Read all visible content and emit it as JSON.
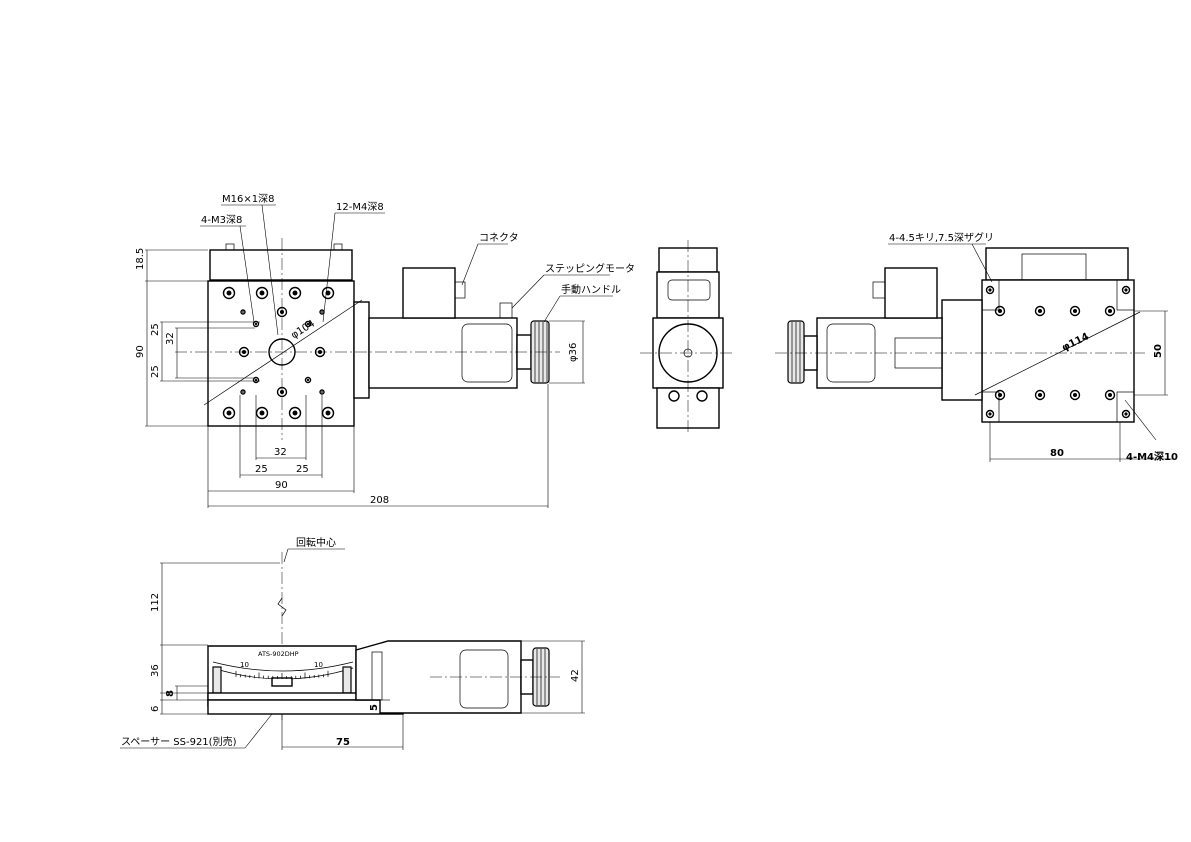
{
  "top_view": {
    "labels": {
      "m16": "M16×1深8",
      "m3": "4-M3深8",
      "m4": "12-M4深8",
      "connector": "コネクタ",
      "motor": "ステッピングモータ",
      "handle": "手動ハンドル",
      "phi104": "φ104"
    },
    "dims": {
      "d18_5": "18.5",
      "d90v": "90",
      "d25a": "25",
      "d32v": "32",
      "d25b": "25",
      "d32h": "32",
      "d25h1": "25",
      "d25h2": "25",
      "d90h": "90",
      "d208": "208",
      "dphi36": "φ36"
    }
  },
  "right_view": {
    "labels": {
      "counterbore": "4-4.5キリ,7.5深ザグリ",
      "phi114": "φ114",
      "m4d10": "4-M4深10"
    },
    "dims": {
      "d50": "50",
      "d80": "80"
    }
  },
  "front_view": {
    "labels": {
      "rotation_center": "回転中心",
      "spacer": "スペーサー SS-921(別売)",
      "model": "ATS-902DHP",
      "scale_left": "10",
      "scale_right": "10"
    },
    "dims": {
      "d112": "112",
      "d36": "36",
      "d8": "8",
      "d6": "6",
      "d5": "5",
      "d75": "75",
      "d42": "42"
    }
  }
}
